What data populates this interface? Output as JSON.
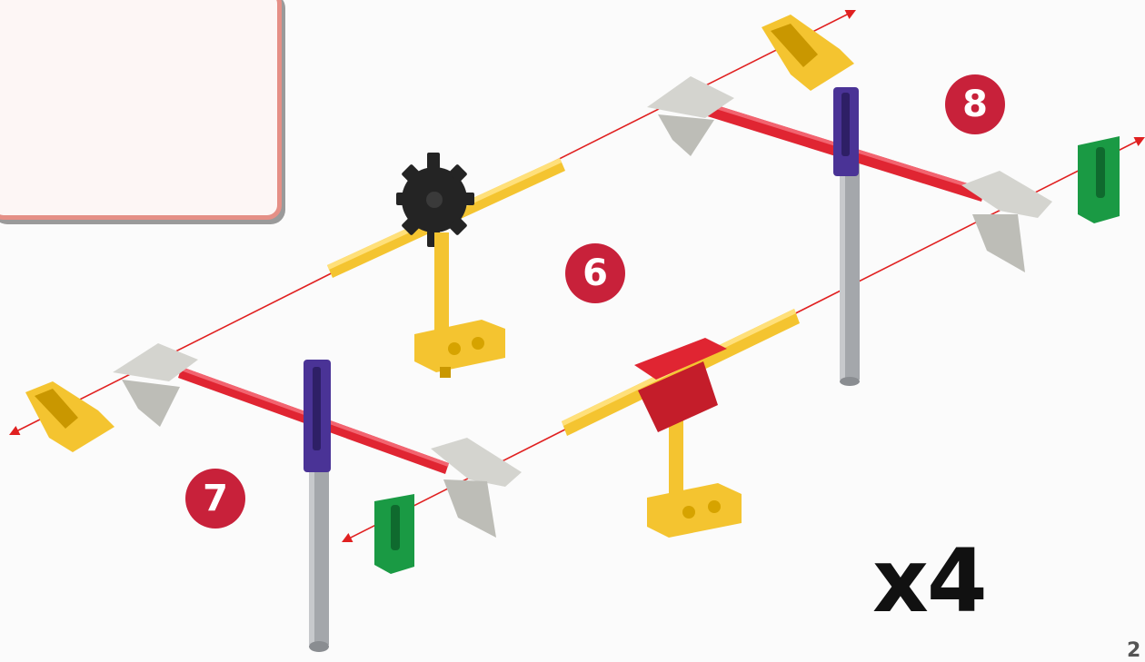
{
  "note_box": {
    "text": ""
  },
  "steps": {
    "step6": "6",
    "step7": "7",
    "step8": "8"
  },
  "multiplier": "x4",
  "page_number": "2",
  "colors": {
    "rod_yellow": "#f4c430",
    "rod_red": "#e02532",
    "connector_gray": "#d4d4cf",
    "clip_purple": "#4a3396",
    "rod_gray": "#a4a7ab",
    "wheel_black": "#242424",
    "clip_green": "#1a9a44",
    "arrow_red": "#e02020",
    "step_badge": "#c8213a",
    "note_border": "#e58f86"
  },
  "parts": [
    "gray-connector",
    "red-rod",
    "yellow-rod",
    "purple-clip",
    "gray-rod",
    "black-gear",
    "yellow-connector",
    "green-clip",
    "red-connector",
    "yellow-hub"
  ]
}
